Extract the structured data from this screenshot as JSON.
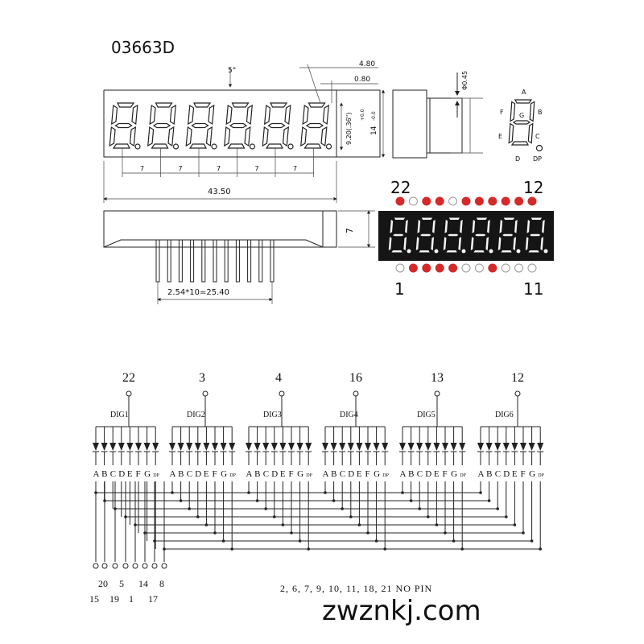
{
  "title": "03663D",
  "top_dims": {
    "angle": "5°",
    "d480": "4.80",
    "d080": "0.80",
    "pitch": "7",
    "width": "43.50",
    "char_height": "9.20(.36\")",
    "height": "14",
    "tol_plus": "+0.0",
    "tol_minus": "-0.0",
    "pin_dia": "Φ0.45",
    "depth": "7",
    "pin_spacing": "2.54*10=25.40"
  },
  "segment_key": [
    "A",
    "B",
    "C",
    "D",
    "E",
    "F",
    "G",
    "DP"
  ],
  "photo": {
    "top_left": "22",
    "top_right": "12",
    "bottom_left": "1",
    "bottom_right": "11",
    "digits_text": "8.8.8.8.8.8.",
    "top_pins": [
      "red",
      "white",
      "red",
      "red",
      "white",
      "red",
      "red",
      "red",
      "red",
      "red",
      "red"
    ],
    "bottom_pins": [
      "white",
      "red",
      "red",
      "red",
      "red",
      "white",
      "white",
      "red",
      "white",
      "white",
      "white"
    ]
  },
  "schematic": {
    "digit_pins": [
      "22",
      "3",
      "4",
      "16",
      "13",
      "12"
    ],
    "digit_labels": [
      "DIG1",
      "DIG2",
      "DIG3",
      "DIG4",
      "DIG5",
      "DIG6"
    ],
    "segments": [
      "A",
      "B",
      "C",
      "D",
      "E",
      "F",
      "G",
      "DP"
    ],
    "segment_pins_row1": [
      "20",
      "5",
      "14",
      "8"
    ],
    "segment_pins_row2": [
      "15",
      "19",
      "1",
      "17"
    ],
    "no_pin_note": "2, 6, 7, 9, 10, 11, 18, 21 NO PIN"
  },
  "watermark": "zwznkj.com",
  "colors": {
    "led_red": "#d42a2a",
    "display_body": "#151515",
    "led_segment": "#f4f4f4"
  }
}
